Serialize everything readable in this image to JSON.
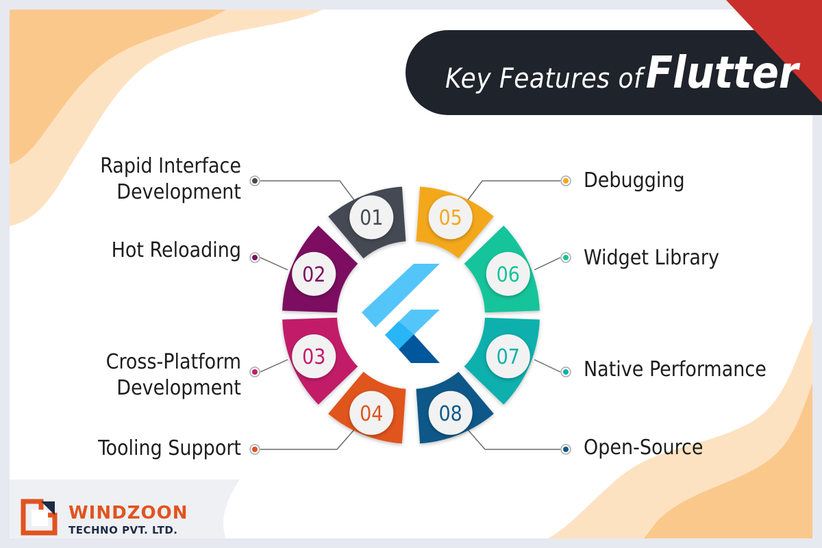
{
  "title": {
    "part1": "Key Features of",
    "part2": "Flutter"
  },
  "colors": {
    "c01": "#444a52",
    "c02": "#7c1160",
    "c03": "#c21c69",
    "c04": "#e0541f",
    "c05": "#f3a81f",
    "c06": "#12c49b",
    "c07": "#0fb0ad",
    "c08": "#0e5989",
    "pill": "#1f232b",
    "accent": "#c9302c",
    "flutter_light": "#54c5f8",
    "flutter_dark": "#01579b"
  },
  "features": [
    {
      "num": "01",
      "label_line1": "Rapid Interface",
      "label_line2": "Development"
    },
    {
      "num": "02",
      "label_line1": "Hot Reloading"
    },
    {
      "num": "03",
      "label_line1": "Cross-Platform",
      "label_line2": "Development"
    },
    {
      "num": "04",
      "label_line1": "Tooling Support"
    },
    {
      "num": "05",
      "label_line1": "Debugging"
    },
    {
      "num": "06",
      "label_line1": "Widget Library"
    },
    {
      "num": "07",
      "label_line1": "Native Performance"
    },
    {
      "num": "08",
      "label_line1": "Open-Source"
    }
  ],
  "logo": {
    "brand_name": "WINDZOON",
    "brand_sub": "TECHNO PVT. LTD.",
    "icon": "windzoon-logo-icon"
  }
}
